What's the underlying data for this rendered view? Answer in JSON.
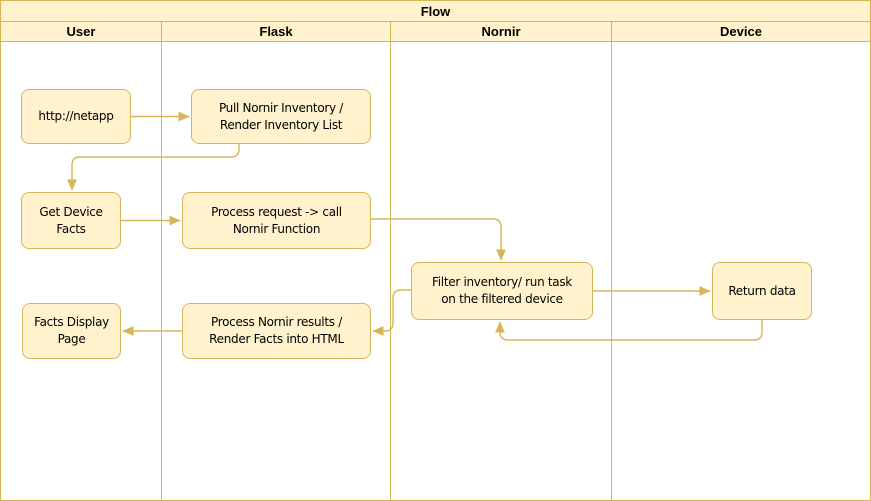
{
  "title": "Flow",
  "lanes": [
    {
      "id": "user",
      "label": "User"
    },
    {
      "id": "flask",
      "label": "Flask"
    },
    {
      "id": "nornir",
      "label": "Nornir"
    },
    {
      "id": "device",
      "label": "Device"
    }
  ],
  "nodes": {
    "netapp": {
      "label": "http://netapp",
      "lane": "User"
    },
    "pull_inventory": {
      "label": "Pull Nornir Inventory /\nRender Inventory List",
      "lane": "Flask"
    },
    "get_device_facts": {
      "label": "Get Device\nFacts",
      "lane": "User"
    },
    "process_request": {
      "label": "Process request -> call\nNornir Function",
      "lane": "Flask"
    },
    "filter_inventory": {
      "label": "Filter inventory/ run task\non the filtered device",
      "lane": "Nornir"
    },
    "return_data": {
      "label": "Return data",
      "lane": "Device"
    },
    "facts_display": {
      "label": "Facts Display\nPage",
      "lane": "User"
    },
    "process_results": {
      "label": "Process Nornir results /\nRender Facts into HTML",
      "lane": "Flask"
    }
  },
  "edges": [
    {
      "from": "netapp",
      "to": "pull_inventory"
    },
    {
      "from": "pull_inventory",
      "to": "get_device_facts"
    },
    {
      "from": "get_device_facts",
      "to": "process_request"
    },
    {
      "from": "process_request",
      "to": "filter_inventory"
    },
    {
      "from": "filter_inventory",
      "to": "return_data"
    },
    {
      "from": "return_data",
      "to": "filter_inventory"
    },
    {
      "from": "filter_inventory",
      "to": "process_results"
    },
    {
      "from": "process_results",
      "to": "facts_display"
    }
  ],
  "colors": {
    "node_fill": "#FFF2CC",
    "node_border": "#D6B656",
    "arrow": "#D6B656",
    "text": "#000000",
    "background": "#FFFFFF"
  }
}
